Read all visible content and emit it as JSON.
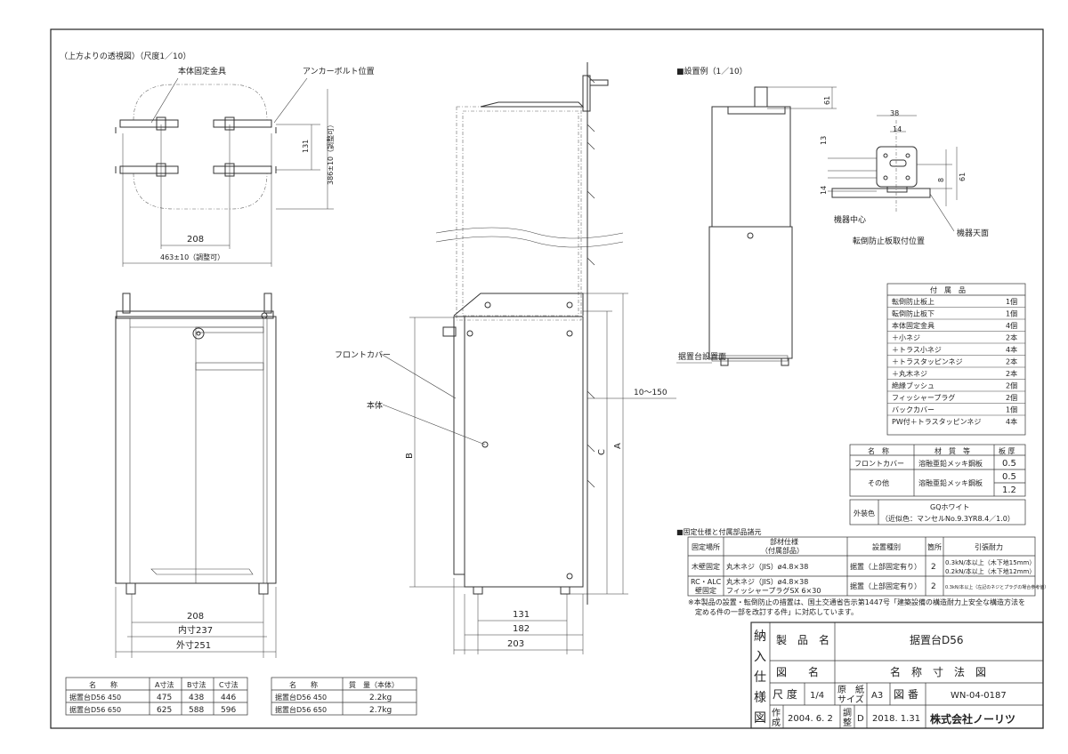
{
  "perspective": {
    "caption": "（上方よりの透視図）（尺度1／10）",
    "label_bracket": "本体固定金具",
    "label_anchor": "アンカーボルト位置",
    "dim_131": "131",
    "dim_386": "386±10（調整可）",
    "dim_208": "208",
    "dim_463": "463±10（調整可）"
  },
  "front_view": {
    "dim_208": "208",
    "dim_inner": "内寸237",
    "dim_outer": "外寸251"
  },
  "side_view": {
    "label_front_cover": "フロントカバー",
    "label_body": "本体",
    "label_b": "B",
    "label_c": "C",
    "label_a": "A",
    "dim_gap": "10～150",
    "dim_131": "131",
    "dim_182": "182",
    "dim_203": "203"
  },
  "install_example": {
    "caption": "■設置例（1／10）",
    "dim_61a": "61",
    "dim_38": "38",
    "dim_14a": "14",
    "dim_13": "13",
    "dim_14b": "14",
    "dim_8": "8",
    "dim_61b": "61",
    "label_center": "機器中心",
    "label_plate": "転倒防止板取付位置",
    "label_top": "機器天面",
    "label_floor": "据置台設置面"
  },
  "accessories": {
    "title": "付　属　品",
    "items": [
      {
        "name": "転倒防止板上",
        "qty": "1個"
      },
      {
        "name": "転倒防止板下",
        "qty": "1個"
      },
      {
        "name": "本体固定金具",
        "qty": "4個"
      },
      {
        "name": "＋小ネジ",
        "qty": "2本"
      },
      {
        "name": "＋トラス小ネジ",
        "qty": "4本"
      },
      {
        "name": "＋トラスタッピンネジ",
        "qty": "2本"
      },
      {
        "name": "＋丸木ネジ",
        "qty": "2本"
      },
      {
        "name": "絶縁ブッシュ",
        "qty": "2個"
      },
      {
        "name": "フィッシャープラグ",
        "qty": "2個"
      },
      {
        "name": "バックカバー",
        "qty": "1個"
      },
      {
        "name": "PW付＋トラスタッピンネジ",
        "qty": "4本"
      }
    ]
  },
  "materials": {
    "headers": [
      "名　称",
      "材　質　等",
      "板 厚"
    ],
    "row1": {
      "name": "フロントカバー",
      "material": "溶融亜鉛メッキ鋼板",
      "thickness": "0.5"
    },
    "row2": {
      "name": "その他",
      "material": "溶融亜鉛メッキ鋼板",
      "thickness_a": "0.5",
      "thickness_b": "1.2"
    },
    "finish_label": "外装色",
    "finish_line1": "GQホワイト",
    "finish_line2": "（近似色：マンセルNo.9.3YR8.4／1.0）"
  },
  "fixing": {
    "title": "■固定仕様と付属部品諸元",
    "headers": [
      "固定場所",
      "部材仕様\n（付属部品）",
      "設置種別",
      "箇所",
      "引張耐力"
    ],
    "header_spec_1": "部材仕様",
    "header_spec_2": "（付属部品）",
    "row1": {
      "place": "木壁固定",
      "spec": "丸木ネジ（JIS）ø4.8×38",
      "type": "据置（上部固定有り）",
      "count": "2",
      "strength_1": "0.3kN/本以上（木下地15mm）",
      "strength_2": "0.2kN/本以上（木下地12mm）"
    },
    "row2": {
      "place_1": "RC・ALC",
      "place_2": "壁固定",
      "spec_1": "丸木ネジ（JIS）ø4.8×38",
      "spec_2": "フィッシャープラグSX 6×30",
      "type": "据置（上部固定有り）",
      "count": "2",
      "strength": "0.3kN/本以上（左記のネジとプラグの場合参考値）"
    },
    "note_1": "※本製品の設置・転倒防止の措置は、国土交通省告示第1447号「建築設備の構造耐力上安全な構造方法を",
    "note_2": "定める件の一部を改訂する件」に対応しています。"
  },
  "title_block": {
    "side_chars": [
      "納",
      "入",
      "仕",
      "様",
      "図"
    ],
    "product_label": "製　品　名",
    "product_name": "据置台D56",
    "drawing_label": "図　　名",
    "drawing_name": "名　称　寸　法　図",
    "scale_label": "尺 度",
    "scale_value": "1/4",
    "paper_label_1": "原　紙",
    "paper_label_2": "サイズ",
    "paper_value": "A3",
    "number_label": "図 番",
    "number_value": "WN-04-0187",
    "created_label_1": "作",
    "created_label_2": "成",
    "created_value": "2004. 6. 2",
    "adjusted_label_1": "調",
    "adjusted_label_2": "整",
    "revision": "D",
    "adjusted_value": "2018. 1.31",
    "company": "株式会社ノーリツ"
  },
  "size_table": {
    "headers": [
      "名　　称",
      "A寸法",
      "B寸法",
      "C寸法"
    ],
    "rows": [
      [
        "据置台D56 450",
        "475",
        "438",
        "446"
      ],
      [
        "据置台D56 650",
        "625",
        "588",
        "596"
      ]
    ]
  },
  "weight_table": {
    "headers": [
      "名　　称",
      "質　量（本体）"
    ],
    "rows": [
      [
        "据置台D56 450",
        "2.2kg"
      ],
      [
        "据置台D56 650",
        "2.7kg"
      ]
    ]
  }
}
